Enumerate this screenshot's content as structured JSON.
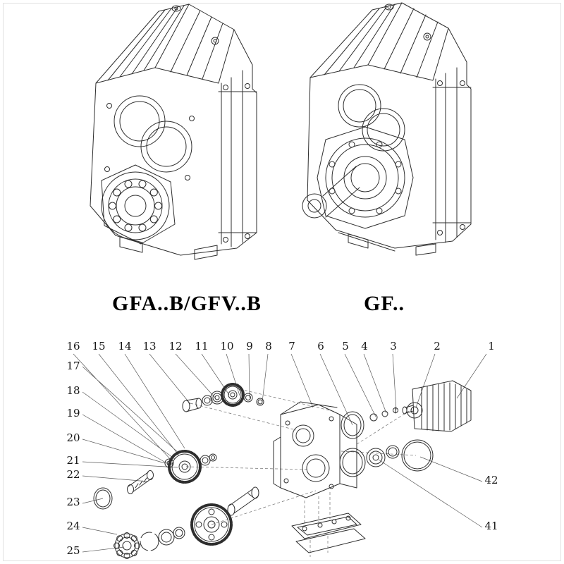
{
  "page": {
    "background": "#ffffff",
    "border_color": "#e2e2e2",
    "line_color": "#2e2e2e",
    "text_color": "#161616"
  },
  "models": {
    "left_label": "GFA..B/GFV..B",
    "right_label": "GF.."
  },
  "exploded": {
    "top_numbers": [
      "16",
      "15",
      "14",
      "13",
      "12",
      "11",
      "10",
      "9",
      "8",
      "7",
      "6",
      "5",
      "4",
      "3",
      "2",
      "1"
    ],
    "left_numbers": [
      "17",
      "18",
      "19",
      "20",
      "21",
      "22",
      "23",
      "24",
      "25"
    ],
    "right_numbers": [
      "42",
      "41"
    ]
  }
}
